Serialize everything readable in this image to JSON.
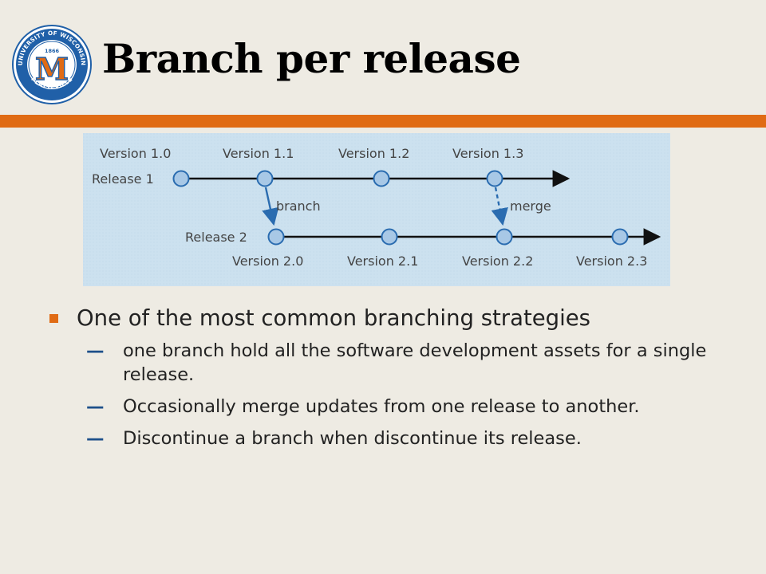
{
  "slide": {
    "title": "Branch per release"
  },
  "logo": {
    "ring_text_top": "UNIVERSITY OF WISCONSIN",
    "ring_text_bottom": "PLATTEVILLE",
    "year": "1866",
    "letter": "M",
    "colors": {
      "ring": "#2060a8",
      "letter": "#e06b14"
    }
  },
  "diagram": {
    "release1_label": "Release 1",
    "release2_label": "Release 2",
    "release1_versions": [
      "Version 1.0",
      "Version 1.1",
      "Version 1.2",
      "Version 1.3"
    ],
    "release2_versions": [
      "Version 2.0",
      "Version 2.1",
      "Version 2.2",
      "Version 2.3"
    ],
    "branch_label": "branch",
    "merge_label": "merge",
    "colors": {
      "background": "#cce1ef",
      "node_fill": "#a8c8e6",
      "node_stroke": "#2a6cb0",
      "arrow": "#2a6cb0",
      "line": "#111111"
    }
  },
  "bullets": [
    {
      "text": "One of the most common branching strategies",
      "sub": [
        "one branch hold all the software development assets for a single release.",
        "Occasionally merge updates from one release to another.",
        "Discontinue a branch when discontinue its release."
      ]
    }
  ],
  "colors": {
    "accent": "#e06b14",
    "background": "#eeebe3",
    "sub_marker": "#1d4f8a"
  }
}
